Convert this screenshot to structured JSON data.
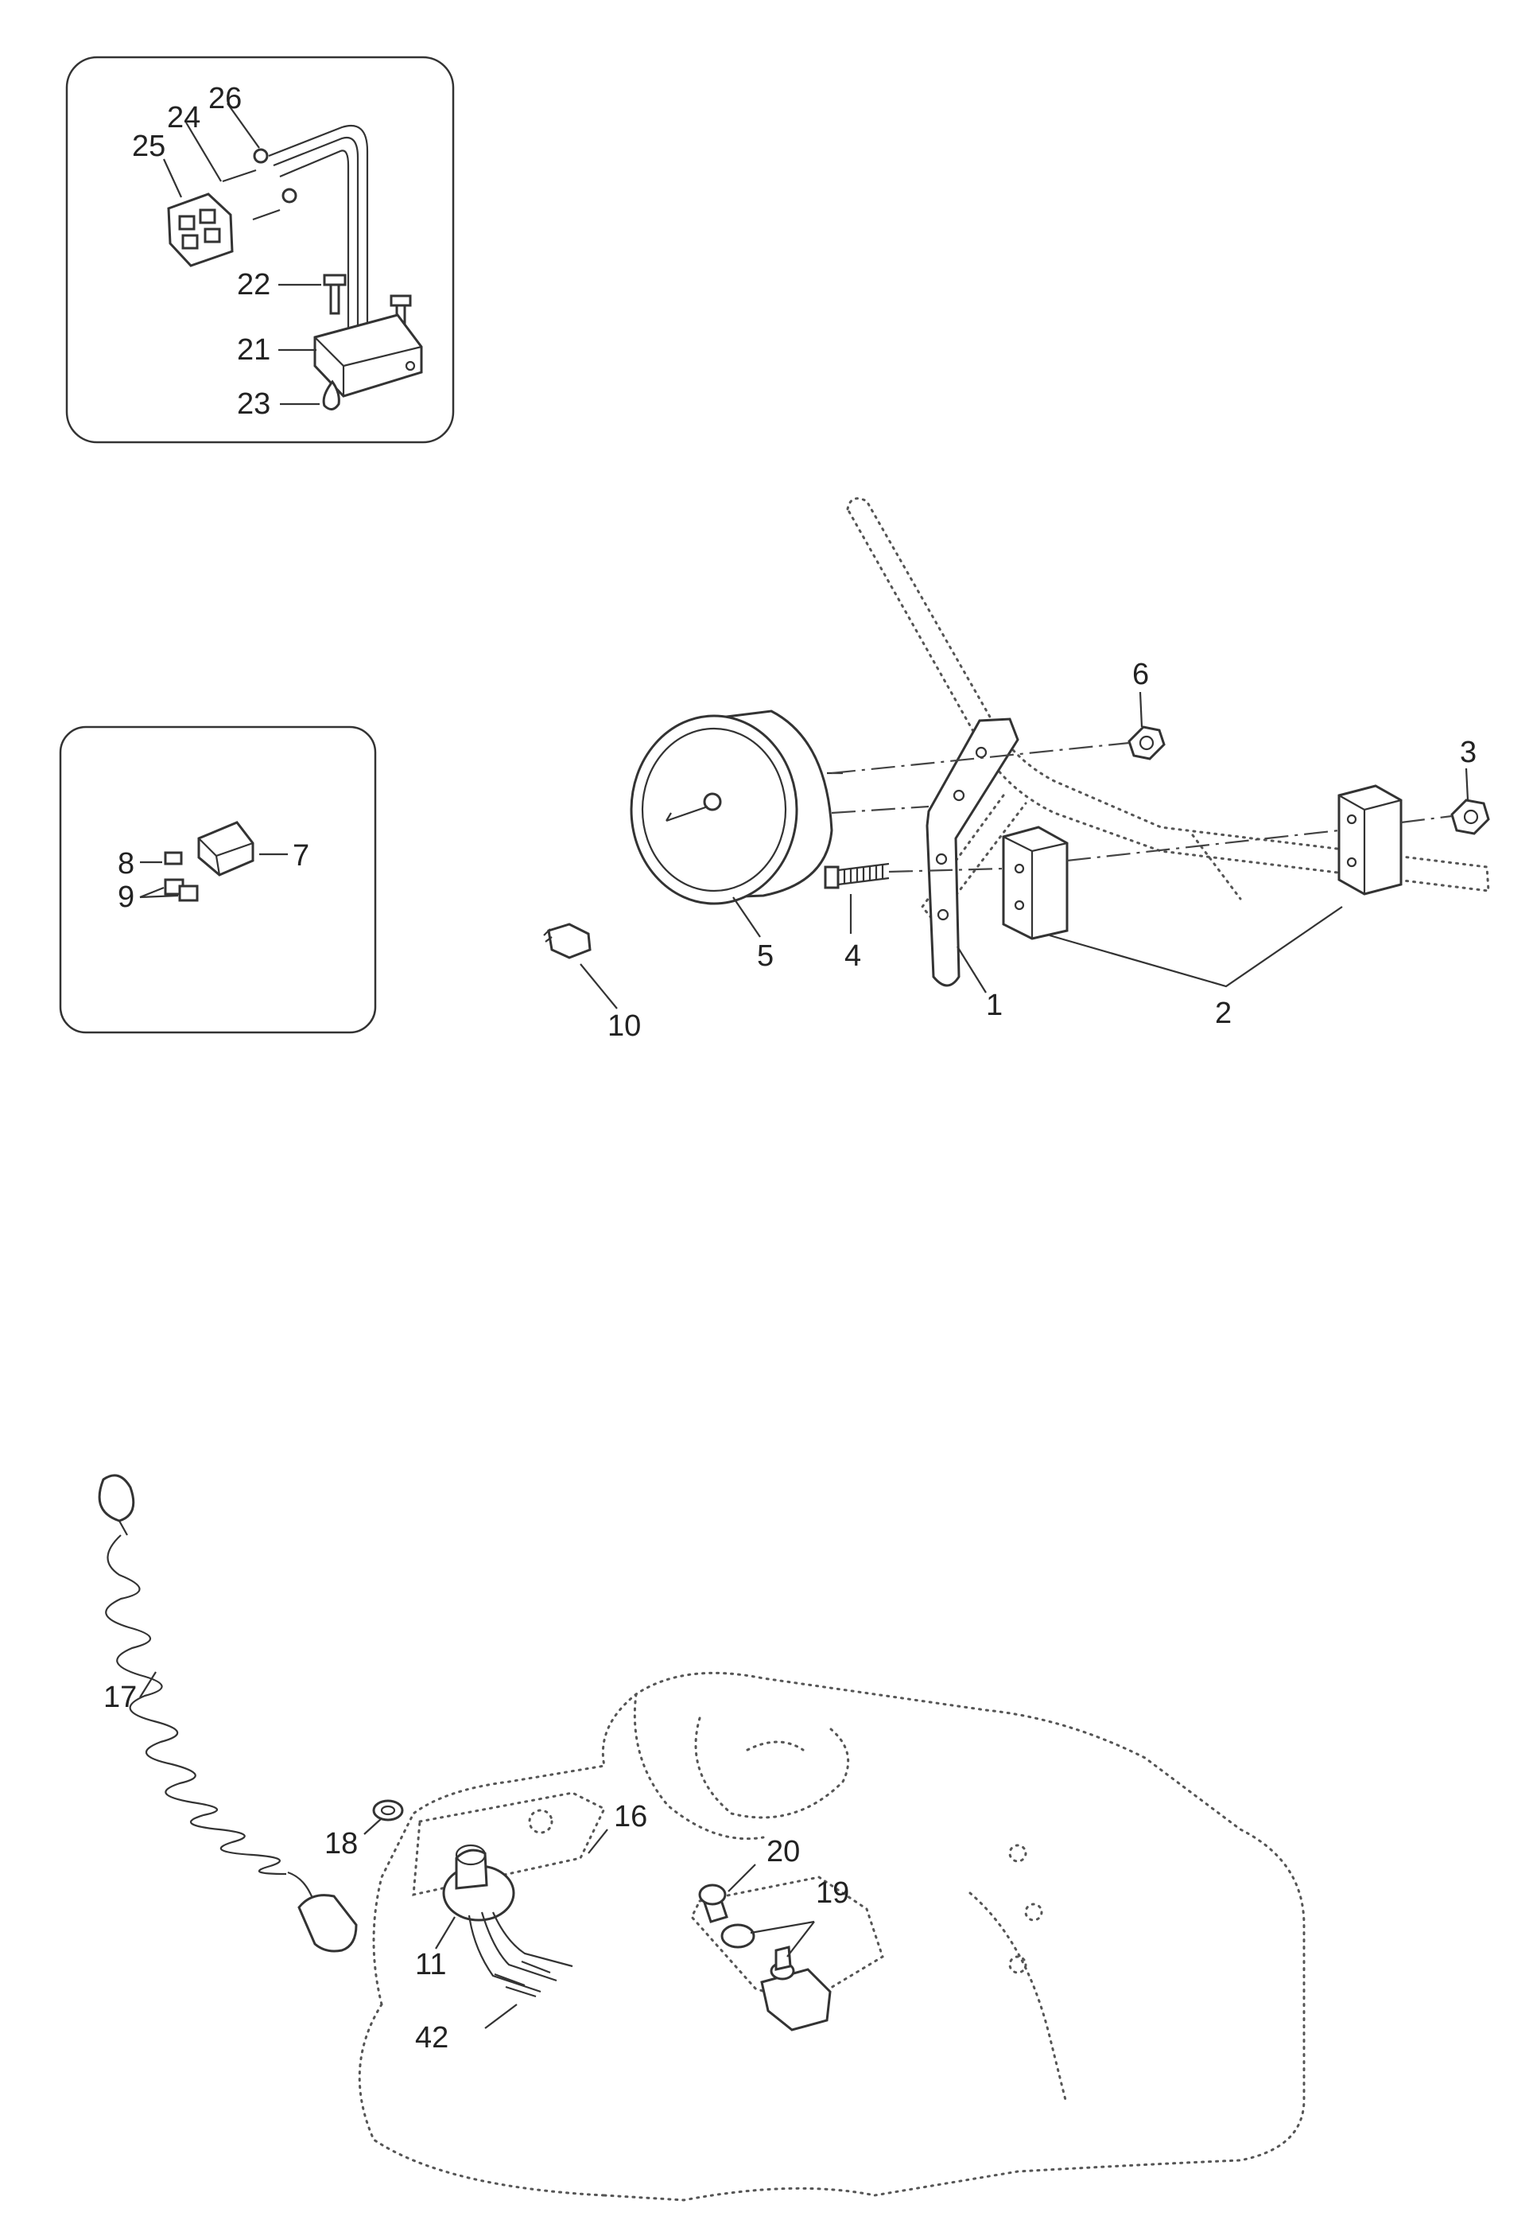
{
  "diagram": {
    "callouts": {
      "c1": "1",
      "c2": "2",
      "c3": "3",
      "c4": "4",
      "c5": "5",
      "c6": "6",
      "c7": "7",
      "c8": "8",
      "c9": "9",
      "c10": "10",
      "c11": "11",
      "c16": "16",
      "c17": "17",
      "c18": "18",
      "c19": "19",
      "c20": "20",
      "c21": "21",
      "c22": "22",
      "c23": "23",
      "c24": "24",
      "c25": "25",
      "c26": "26",
      "c42": "42"
    },
    "colors": {
      "line": "#333333",
      "text": "#222222",
      "background": "#ffffff"
    }
  }
}
